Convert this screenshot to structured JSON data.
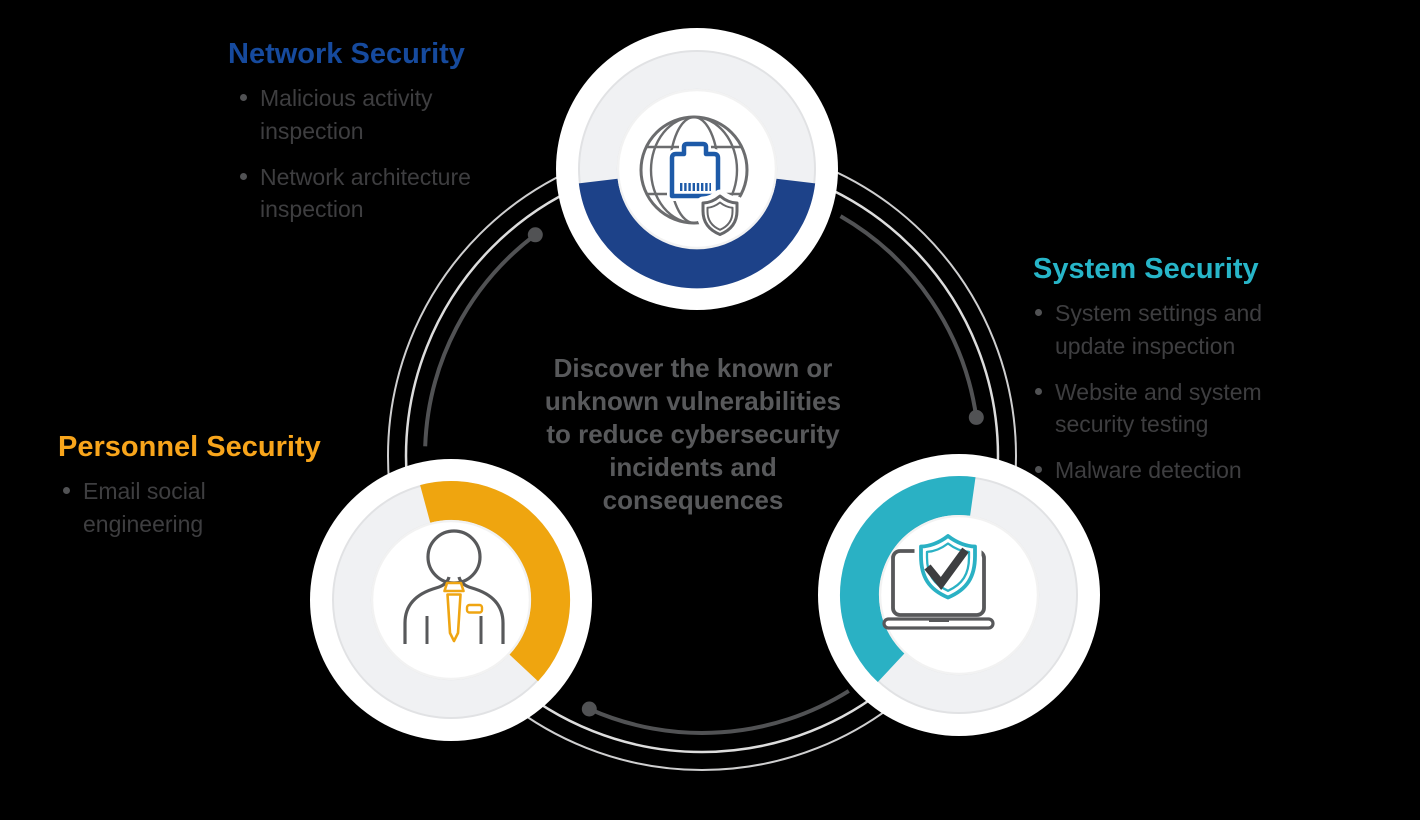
{
  "diagram": {
    "center_message": {
      "full_text": "Discover the known or unknown vulnerabilities to reduce cybersecurity incidents and consequences",
      "lines": [
        "Discover the known or",
        "unknown vulnerabilities",
        "to reduce cybersecurity",
        "incidents and",
        "consequences"
      ],
      "color": "#58595b"
    },
    "sections": {
      "network": {
        "title": "Network Security",
        "title_color": "#164a9d",
        "ring_color": "#1d4289",
        "icon": "globe-network-shield-icon",
        "bullets": [
          "Malicious activity inspection",
          "Network architecture inspection"
        ]
      },
      "system": {
        "title": "System Security",
        "title_color": "#27b5c8",
        "ring_color": "#2ab1c4",
        "icon": "laptop-shield-check-icon",
        "bullets": [
          "System settings and update inspection",
          "Website and system security testing",
          "Malware detection"
        ]
      },
      "personnel": {
        "title": "Personnel Security",
        "title_color": "#f8a51b",
        "ring_color": "#efa50f",
        "icon": "person-icon",
        "bullets": [
          "Email social engineering"
        ]
      }
    },
    "connectors": {
      "orbit_color": "#d6d6d7",
      "arc_color": "#515254"
    },
    "text_color": "#3e3e40"
  }
}
